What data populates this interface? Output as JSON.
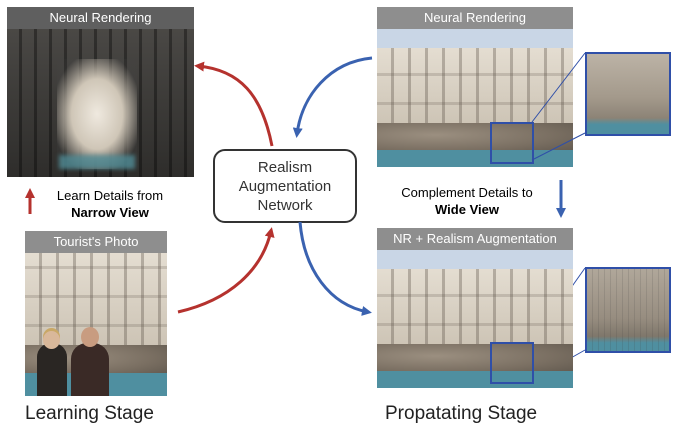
{
  "top_left": {
    "caption": "Neural Rendering"
  },
  "top_right": {
    "caption": "Neural Rendering"
  },
  "bottom_left": {
    "caption": "Tourist's Photo"
  },
  "bottom_right": {
    "caption": "NR + Realism Augmentation"
  },
  "center_box": {
    "lines": [
      "Realism",
      "Augmentation",
      "Network"
    ]
  },
  "learn_text": {
    "line1": "Learn Details from",
    "line2": "Narrow View"
  },
  "complement_text": {
    "line1": "Complement Details to",
    "line2": "Wide View"
  },
  "stages": {
    "learning": "Learning Stage",
    "propagating": "Propatating Stage"
  },
  "colors": {
    "red_arrow": "#b5322e",
    "blue_arrow": "#3a62b0",
    "zoom_border": "#2f4fa8"
  }
}
